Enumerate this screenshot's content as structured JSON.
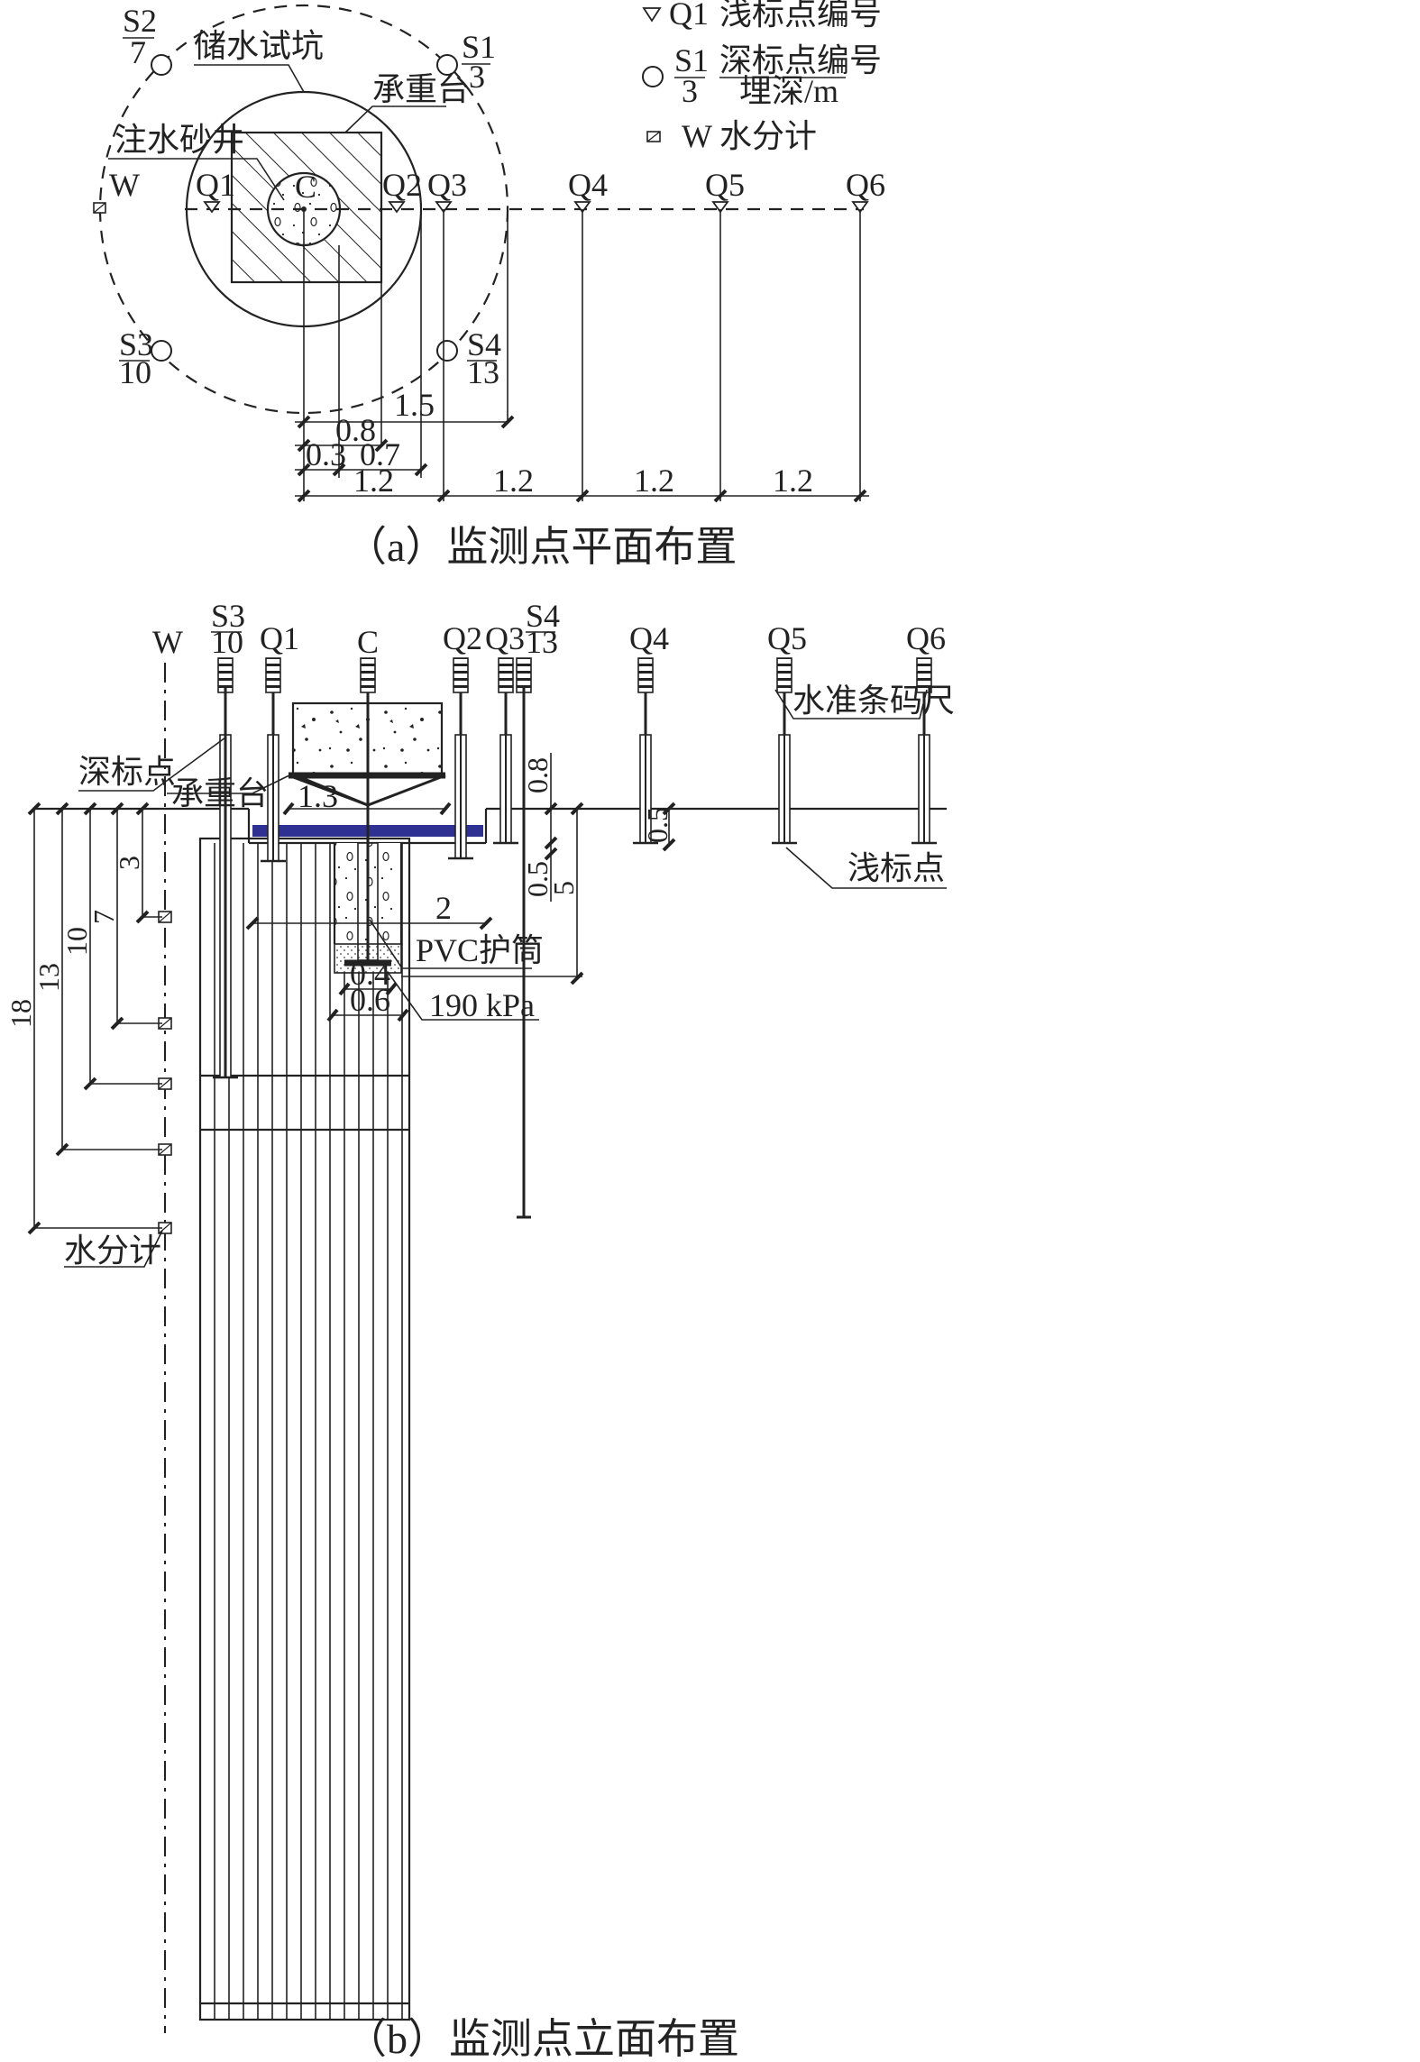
{
  "plan": {
    "caption": "（a）监测点平面布置",
    "legend": {
      "shallow_label": "Q1",
      "shallow_text": "浅标点编号",
      "deep_num": "S1",
      "deep_den": "3",
      "deep_text": "深标点编号",
      "deep_text2": "埋深/m",
      "water_label": "W",
      "water_text": "水分计"
    },
    "labels": {
      "pit": "储水试坑",
      "platform": "承重台",
      "sand_well": "注水砂井",
      "center": "C",
      "w": "W"
    },
    "deep_points": [
      {
        "num": "S2",
        "den": "7"
      },
      {
        "num": "S1",
        "den": "3"
      },
      {
        "num": "S3",
        "den": "10"
      },
      {
        "num": "S4",
        "den": "13"
      }
    ],
    "shallow_points": [
      "Q1",
      "Q2",
      "Q3",
      "Q4",
      "Q5",
      "Q6"
    ],
    "dims": {
      "d15": "1.5",
      "d08": "0.8",
      "d03": "0.3",
      "d07": "0.7",
      "spacing": [
        "1.2",
        "1.2",
        "1.2",
        "1.2"
      ]
    }
  },
  "elev": {
    "caption": "（b）监测点立面布置",
    "top_labels": {
      "w": "W",
      "s3_num": "S3",
      "s3_den": "10",
      "q1": "Q1",
      "c": "C",
      "q2": "Q2",
      "q3": "Q3",
      "s4_num": "S4",
      "s4_den": "13",
      "q4": "Q4",
      "q5": "Q5",
      "q6": "Q6"
    },
    "labels": {
      "staff": "水准条码尺",
      "deep": "深标点",
      "platform": "承重台",
      "shallow": "浅标点",
      "pvc": "PVC护筒",
      "pressure": "190 kPa",
      "moisture": "水分计"
    },
    "dims": {
      "d13": "1.3",
      "d08": "0.8",
      "d05a": "0.5",
      "d05b": "0.5",
      "d5": "5",
      "d2": "2",
      "d04": "0.4",
      "d06": "0.6",
      "d3": "3",
      "d7": "7",
      "d10": "10",
      "d13b": "13",
      "d18": "18"
    }
  }
}
